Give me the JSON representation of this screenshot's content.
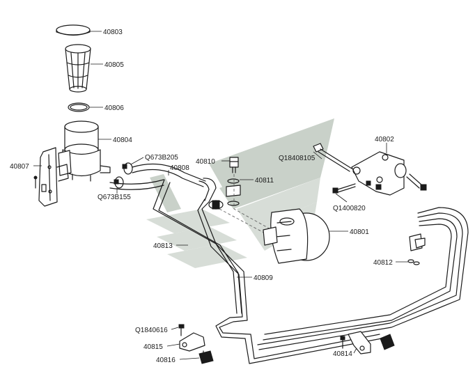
{
  "colors": {
    "line": "#1a1a1a",
    "watermark": "#d7ddd7",
    "background": "#ffffff"
  },
  "labels": {
    "p40803": "40803",
    "p40805": "40805",
    "p40806": "40806",
    "p40804": "40804",
    "p40807": "40807",
    "pQ673B205": "Q673B205",
    "p40808": "40808",
    "p40810": "40810",
    "p40811": "40811",
    "pQ673B155": "Q673B155",
    "pQ18408105": "Q18408105",
    "p40802": "40802",
    "pQ1400820": "Q1400820",
    "p40801": "40801",
    "p40813": "40813",
    "p40812": "40812",
    "p40809": "40809",
    "pQ1840616": "Q1840616",
    "p40815": "40815",
    "p40816": "40816",
    "p40814": "40814"
  }
}
